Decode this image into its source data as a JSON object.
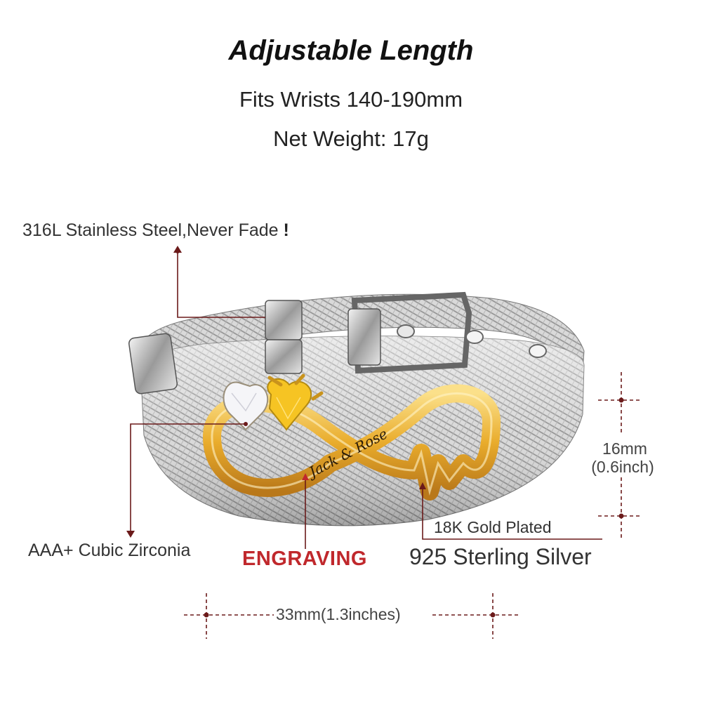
{
  "header": {
    "title": "Adjustable Length",
    "fits": "Fits Wrists 140-190mm",
    "weight": "Net Weight: 17g"
  },
  "callouts": {
    "steel": "316L Stainless Steel,Never Fade",
    "steel_mark": "!",
    "zirconia": "AAA+ Cubic Zirconia",
    "engraving": "ENGRAVING",
    "engraved_text": "Jack & Rose",
    "gold": "18K Gold Plated",
    "silver": "925 Sterling Silver"
  },
  "dimensions": {
    "height_mm": "16mm",
    "height_inch": "(0.6inch)",
    "width": "33mm(1.3inches)"
  },
  "colors": {
    "accent_red": "#c0282c",
    "dim_line": "#6b1a1a",
    "gold": "#e0a424",
    "steel": "#c8c8c8"
  }
}
